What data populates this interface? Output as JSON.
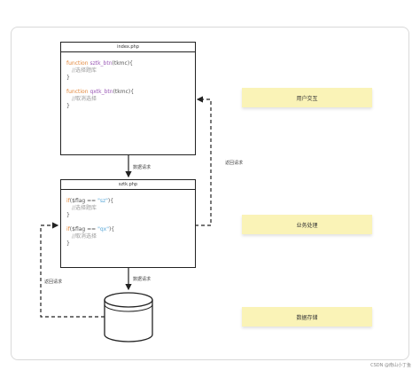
{
  "diagram": {
    "file_index": {
      "title": "index.php",
      "lines": [
        {
          "kw": "function",
          "fn": "sztk_btn",
          "plain": "(tkmc){"
        },
        {
          "cmt": "//选择题库"
        },
        {
          "plain": "}"
        },
        {
          "kw": "function",
          "fn": "qxtk_btn",
          "plain": "(tkmc){"
        },
        {
          "cmt": "//取消选择"
        },
        {
          "plain": "}"
        }
      ]
    },
    "file_sztk": {
      "title": "sztk.php",
      "lines": [
        {
          "kw": "if",
          "plain": "($flag == ",
          "str": "\"sz\"",
          "end": "){"
        },
        {
          "cmt": "//选择题库"
        },
        {
          "plain": "}"
        },
        {
          "kw": "if",
          "plain": "($flag == ",
          "str": "\"qx\"",
          "end": "){"
        },
        {
          "cmt": "//取消选择"
        },
        {
          "plain": "}"
        }
      ]
    },
    "arrow_labels": {
      "data_request_1": "数据请求",
      "data_request_2": "数据请求",
      "return_request_1": "返回请求",
      "return_request_2": "返回请求"
    },
    "layers": {
      "user": "用户交互",
      "business": "业务处理",
      "storage": "数据存储"
    },
    "footer": "CSDN @南山小丁鱼"
  }
}
